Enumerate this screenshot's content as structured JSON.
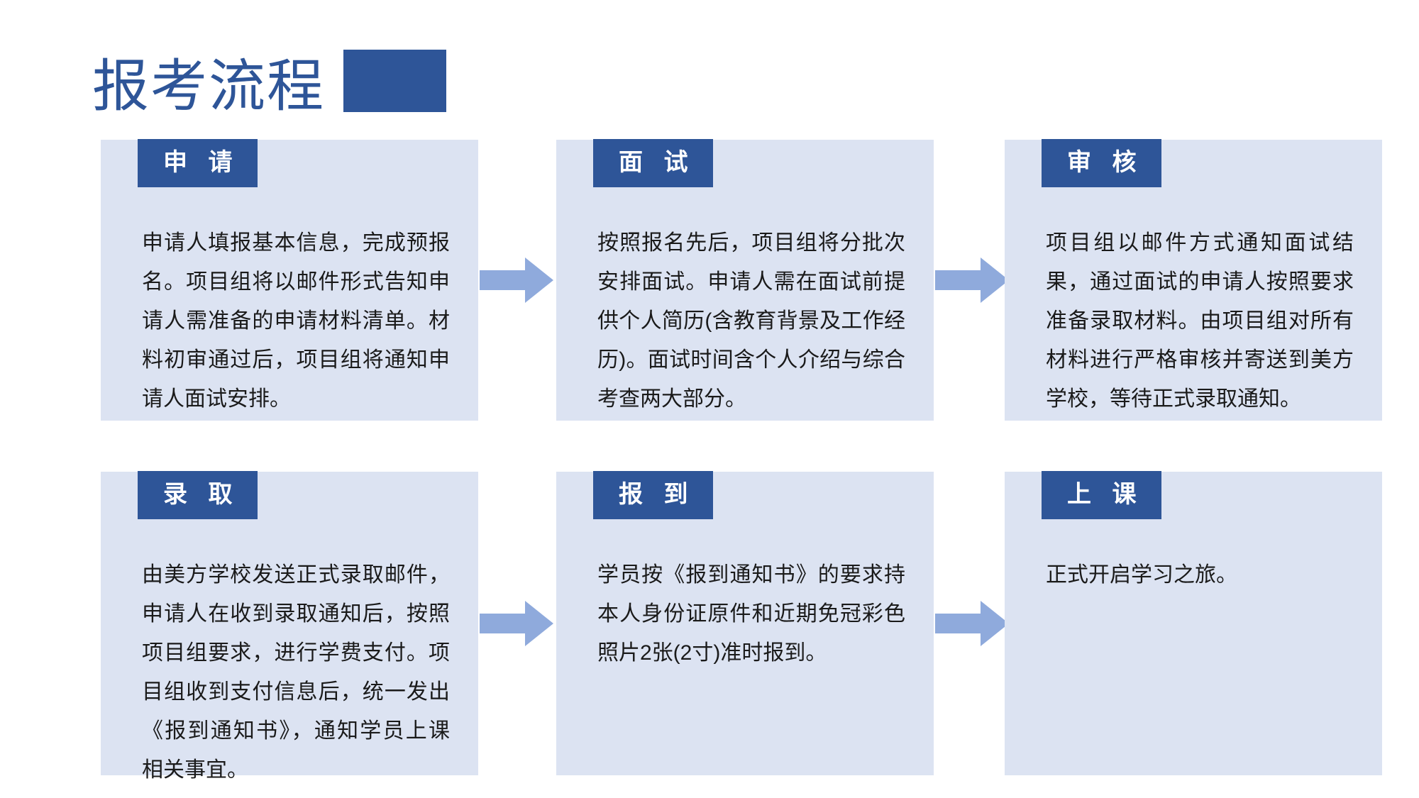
{
  "header": {
    "title": "报考流程",
    "accent_block_color": "#2E5598",
    "title_color": "#2E5598"
  },
  "theme": {
    "card_background": "#DCE3F2",
    "badge_background": "#2E5598",
    "badge_text_color": "#FFFFFF",
    "arrow_color": "#8FAADC",
    "body_text_color": "#1A1A1A",
    "page_background": "#FFFFFF"
  },
  "flow": {
    "rows": [
      {
        "steps": [
          {
            "badge": "申 请",
            "body": "申请人填报基本信息，完成预报名。项目组将以邮件形式告知申请人需准备的申请材料清单。材料初审通过后，项目组将通知申请人面试安排。"
          },
          {
            "badge": "面 试",
            "body": "按照报名先后，项目组将分批次安排面试。申请人需在面试前提供个人简历(含教育背景及工作经历)。面试时间含个人介绍与综合考查两大部分。"
          },
          {
            "badge": "审 核",
            "body": "项目组以邮件方式通知面试结果，通过面试的申请人按照要求准备录取材料。由项目组对所有材料进行严格审核并寄送到美方学校，等待正式录取通知。"
          }
        ]
      },
      {
        "steps": [
          {
            "badge": "录 取",
            "body": "由美方学校发送正式录取邮件，申请人在收到录取通知后，按照项目组要求，进行学费支付。项目组收到支付信息后，统一发出《报到通知书》，通知学员上课相关事宜。"
          },
          {
            "badge": "报 到",
            "body": "学员按《报到通知书》的要求持本人身份证原件和近期免冠彩色照片2张(2寸)准时报到。"
          },
          {
            "badge": "上 课",
            "body": "正式开启学习之旅。"
          }
        ]
      }
    ]
  }
}
